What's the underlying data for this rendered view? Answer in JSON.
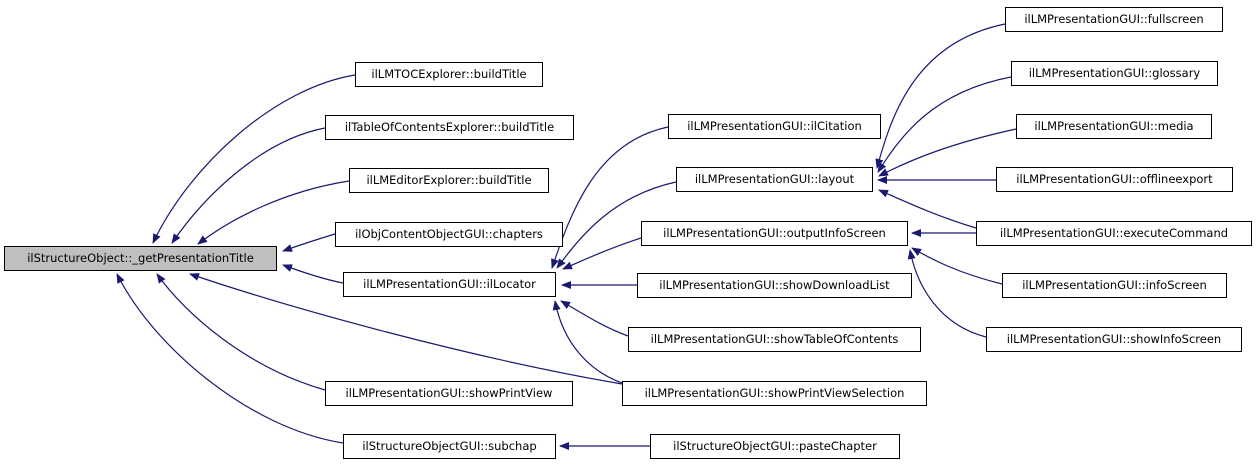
{
  "diagram": {
    "colors": {
      "edge": "#191970",
      "node_border": "#000000",
      "node_fill": "#ffffff",
      "focus_node_fill": "#bfbfbf",
      "background": "#ffffff"
    },
    "nodes": {
      "main": {
        "label": "ilStructureObject::_getPresentationTitle"
      },
      "tocBuild": {
        "label": "ilLMTOCExplorer::buildTitle"
      },
      "tableBuild": {
        "label": "ilTableOfContentsExplorer::buildTitle"
      },
      "editorBuild": {
        "label": "ilLMEditorExplorer::buildTitle"
      },
      "chapters": {
        "label": "ilObjContentObjectGUI::chapters"
      },
      "ilLocator": {
        "label": "ilLMPresentationGUI::ilLocator"
      },
      "showPrintView": {
        "label": "ilLMPresentationGUI::showPrintView"
      },
      "subchap": {
        "label": "ilStructureObjectGUI::subchap"
      },
      "ilCitation": {
        "label": "ilLMPresentationGUI::ilCitation"
      },
      "layout": {
        "label": "ilLMPresentationGUI::layout"
      },
      "outputInfoScreen": {
        "label": "ilLMPresentationGUI::outputInfoScreen"
      },
      "showDownloadList": {
        "label": "ilLMPresentationGUI::showDownloadList"
      },
      "showTableOfContents": {
        "label": "ilLMPresentationGUI::showTableOfContents"
      },
      "showPrintViewSelection": {
        "label": "ilLMPresentationGUI::showPrintViewSelection"
      },
      "pasteChapter": {
        "label": "ilStructureObjectGUI::pasteChapter"
      },
      "fullscreen": {
        "label": "ilLMPresentationGUI::fullscreen"
      },
      "glossary": {
        "label": "ilLMPresentationGUI::glossary"
      },
      "media": {
        "label": "ilLMPresentationGUI::media"
      },
      "offlineexport": {
        "label": "ilLMPresentationGUI::offlineexport"
      },
      "executeCommand": {
        "label": "ilLMPresentationGUI::executeCommand"
      },
      "infoScreen": {
        "label": "ilLMPresentationGUI::infoScreen"
      },
      "showInfoScreen": {
        "label": "ilLMPresentationGUI::showInfoScreen"
      }
    },
    "edges": [
      {
        "from": "tocBuild",
        "to": "main"
      },
      {
        "from": "tableBuild",
        "to": "main"
      },
      {
        "from": "editorBuild",
        "to": "main"
      },
      {
        "from": "chapters",
        "to": "main"
      },
      {
        "from": "ilLocator",
        "to": "main"
      },
      {
        "from": "showPrintView",
        "to": "main"
      },
      {
        "from": "showPrintViewSelection",
        "to": "main"
      },
      {
        "from": "subchap",
        "to": "main"
      },
      {
        "from": "ilCitation",
        "to": "ilLocator"
      },
      {
        "from": "layout",
        "to": "ilLocator"
      },
      {
        "from": "outputInfoScreen",
        "to": "ilLocator"
      },
      {
        "from": "showDownloadList",
        "to": "ilLocator"
      },
      {
        "from": "showTableOfContents",
        "to": "ilLocator"
      },
      {
        "from": "showPrintViewSelection",
        "to": "ilLocator"
      },
      {
        "from": "fullscreen",
        "to": "layout"
      },
      {
        "from": "glossary",
        "to": "layout"
      },
      {
        "from": "media",
        "to": "layout"
      },
      {
        "from": "offlineexport",
        "to": "layout"
      },
      {
        "from": "executeCommand",
        "to": "layout"
      },
      {
        "from": "executeCommand",
        "to": "outputInfoScreen"
      },
      {
        "from": "infoScreen",
        "to": "outputInfoScreen"
      },
      {
        "from": "showInfoScreen",
        "to": "outputInfoScreen"
      },
      {
        "from": "pasteChapter",
        "to": "subchap"
      }
    ]
  }
}
